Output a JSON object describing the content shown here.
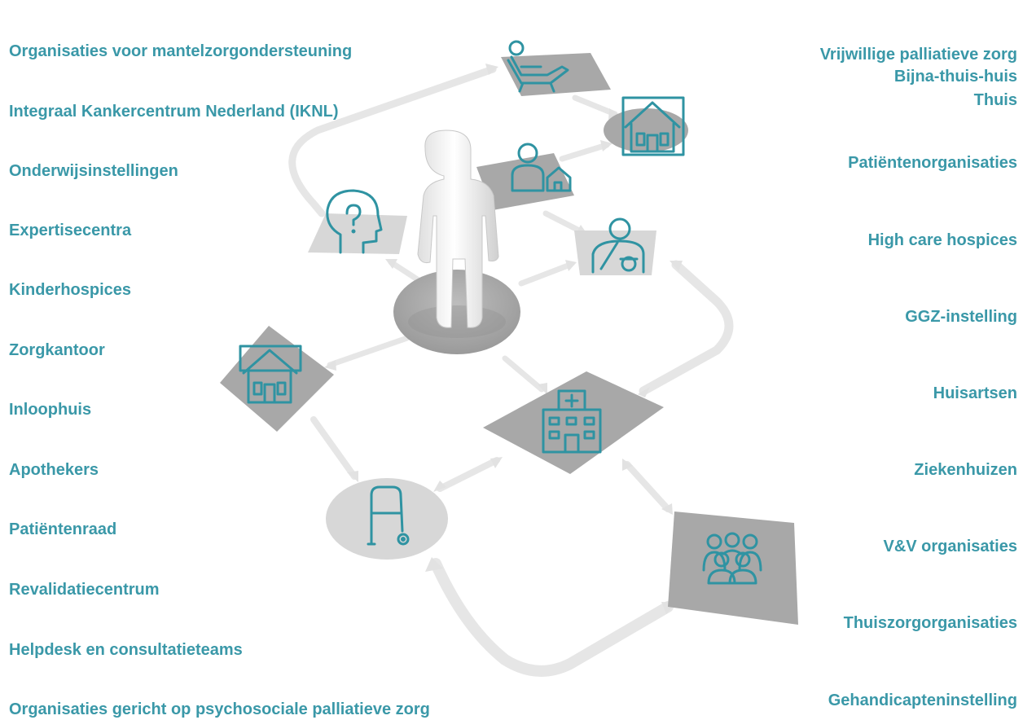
{
  "left_labels": [
    "Organisaties voor mantelzorgondersteuning",
    "Integraal Kankercentrum Nederland (IKNL)",
    "Onderwijsinstellingen",
    "Expertisecentra",
    "Kinderhospices",
    "Zorgkantoor",
    "Inloophuis",
    "Apothekers",
    "Patiëntenraad",
    "Revalidatiecentrum",
    "Helpdesk en consultatieteams",
    "Organisaties gericht op psychosociale palliatieve zorg"
  ],
  "right_labels": [
    "Vrijwillige palliatieve zorg",
    "Bijna-thuis-huis",
    "Thuis",
    "Patiëntenorganisaties",
    "High care hospices",
    "GGZ-instelling",
    "Huisartsen",
    "Ziekenhuizen",
    "V&V organisaties",
    "Thuiszorgorganisaties",
    "Gehandicapteninstelling"
  ],
  "colors": {
    "label_text": "#3a98a8",
    "icon_stroke": "#2f93a2",
    "tile_gray": "#a3a3a3",
    "tile_light": "#d6d6d6",
    "arrow": "#e8e8e8"
  },
  "icons": [
    "lounge-chair-icon",
    "house-icon",
    "person-home-icon",
    "head-question-icon",
    "injured-person-icon",
    "house-icon",
    "hospital-icon",
    "walker-icon",
    "group-icon"
  ]
}
